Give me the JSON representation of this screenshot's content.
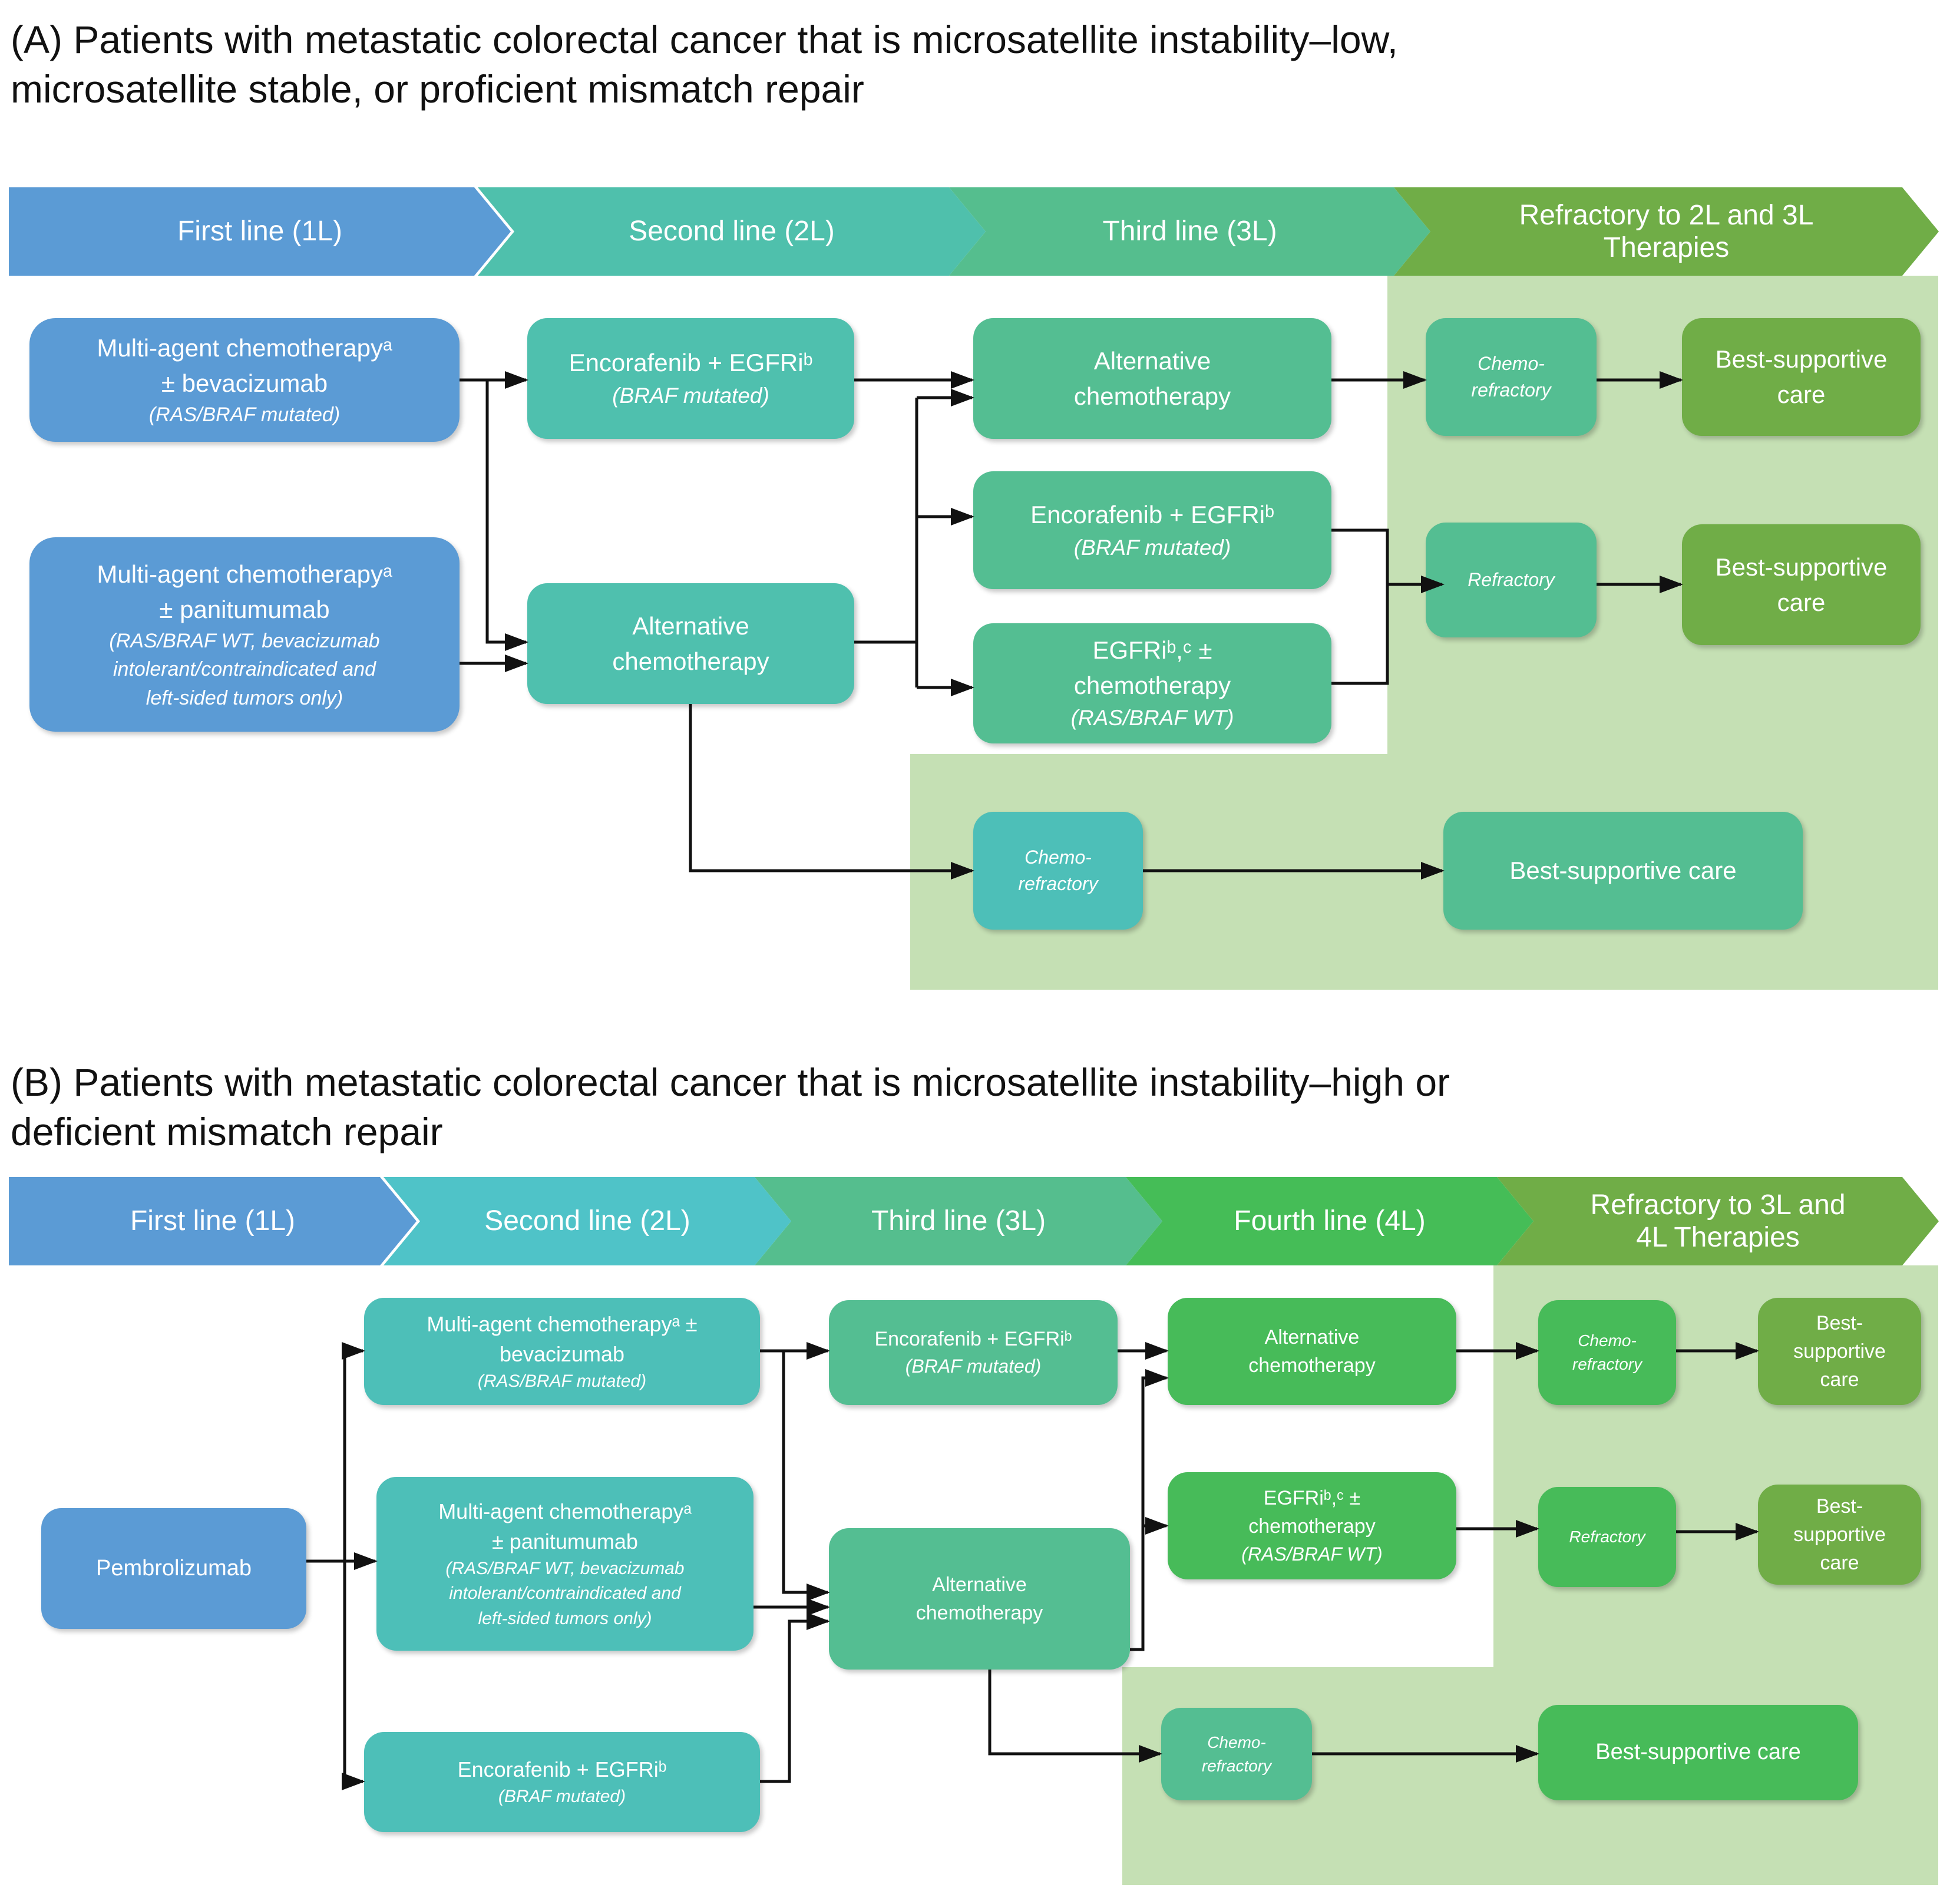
{
  "colors": {
    "blue": "#5B9BD5",
    "teal_panel_a_2l": "#4FC0AE",
    "cyan_panel_b_2l": "#4DBFB8",
    "green_3l": "#54BE92",
    "bright_green_4l": "#47BB59",
    "olive_refractory": "#70AD47",
    "light_green_background": "#C5E0B4",
    "header_cyan": "#4FC3C8",
    "header_3l": "#55BE8E",
    "header_4l": "#45BD57",
    "connector": "#111111"
  },
  "panel_a": {
    "title": "(A) Patients with metastatic colorectal cancer that is microsatellite instability–low,\nmicrosatellite stable, or proficient mismatch repair",
    "stages": [
      {
        "label": "First line (1L)"
      },
      {
        "label": "Second line (2L)"
      },
      {
        "label": "Third line (3L)"
      },
      {
        "label": "Refractory to 2L and 3L\nTherapies"
      }
    ],
    "boxes": {
      "chemo_bev": {
        "text": "Multi-agent chemotherapyᵃ\n± bevacizumab",
        "note": "(RAS/BRAF  mutated)"
      },
      "chemo_pani": {
        "text": "Multi-agent chemotherapyᵃ\n± panitumumab",
        "note": "(RAS/BRAF WT, bevacizumab\nintolerant/contraindicated and\nleft-sided tumors only)"
      },
      "enco_2l": {
        "text": "Encorafenib + EGFRiᵇ",
        "note": "(BRAF mutated)"
      },
      "alt_chemo_2l": {
        "text": "Alternative\nchemotherapy"
      },
      "alt_chemo_3l": {
        "text": "Alternative\nchemotherapy"
      },
      "enco_3l": {
        "text": "Encorafenib + EGFRiᵇ",
        "note": "(BRAF mutated)"
      },
      "egfri_3l": {
        "text": "EGFRiᵇ,ᶜ ±\nchemotherapy",
        "note": "(RAS/BRAF WT)"
      },
      "chemo_refractory": {
        "text": "Chemo-\nrefractory"
      },
      "bsc_top": {
        "text": "Best-supportive\ncare"
      },
      "refractory": {
        "text": "Refractory"
      },
      "bsc_mid": {
        "text": "Best-supportive\ncare"
      },
      "chemo_refractory_bottom": {
        "text": "Chemo-\nrefractory"
      },
      "bsc_bottom": {
        "text": "Best-supportive care"
      }
    }
  },
  "panel_b": {
    "title": "(B) Patients with metastatic colorectal cancer that is microsatellite instability–high or\ndeficient mismatch repair",
    "stages": [
      {
        "label": "First line (1L)"
      },
      {
        "label": "Second line (2L)"
      },
      {
        "label": "Third line (3L)"
      },
      {
        "label": "Fourth line (4L)"
      },
      {
        "label": "Refractory to 3L and\n4L Therapies"
      }
    ],
    "boxes": {
      "pembrolizumab": {
        "text": "Pembrolizumab"
      },
      "chemo_bev": {
        "text": "Multi-agent chemotherapyᵃ ±\nbevacizumab",
        "note": "(RAS/BRAF  mutated)"
      },
      "chemo_pani": {
        "text": "Multi-agent chemotherapyᵃ\n± panitumumab",
        "note": "(RAS/BRAF WT, bevacizumab\nintolerant/contraindicated and\nleft-sided tumors only)"
      },
      "enco_2l": {
        "text": "Encorafenib + EGFRiᵇ",
        "note": "(BRAF mutated)"
      },
      "enco_3l": {
        "text": "Encorafenib + EGFRiᵇ",
        "note": "(BRAF mutated)"
      },
      "alt_chemo_3l": {
        "text": "Alternative\nchemotherapy"
      },
      "alt_chemo_4l": {
        "text": "Alternative\nchemotherapy"
      },
      "egfri_4l": {
        "text": "EGFRiᵇ,ᶜ ±\nchemotherapy",
        "note": "(RAS/BRAF WT)"
      },
      "chemo_refractory": {
        "text": "Chemo-\nrefractory"
      },
      "bsc_top": {
        "text": "Best-\nsupportive\ncare"
      },
      "refractory": {
        "text": "Refractory"
      },
      "bsc_mid": {
        "text": "Best-\nsupportive\ncare"
      },
      "chemo_refractory_bottom": {
        "text": "Chemo-\nrefractory"
      },
      "bsc_bottom": {
        "text": "Best-supportive care"
      }
    }
  }
}
